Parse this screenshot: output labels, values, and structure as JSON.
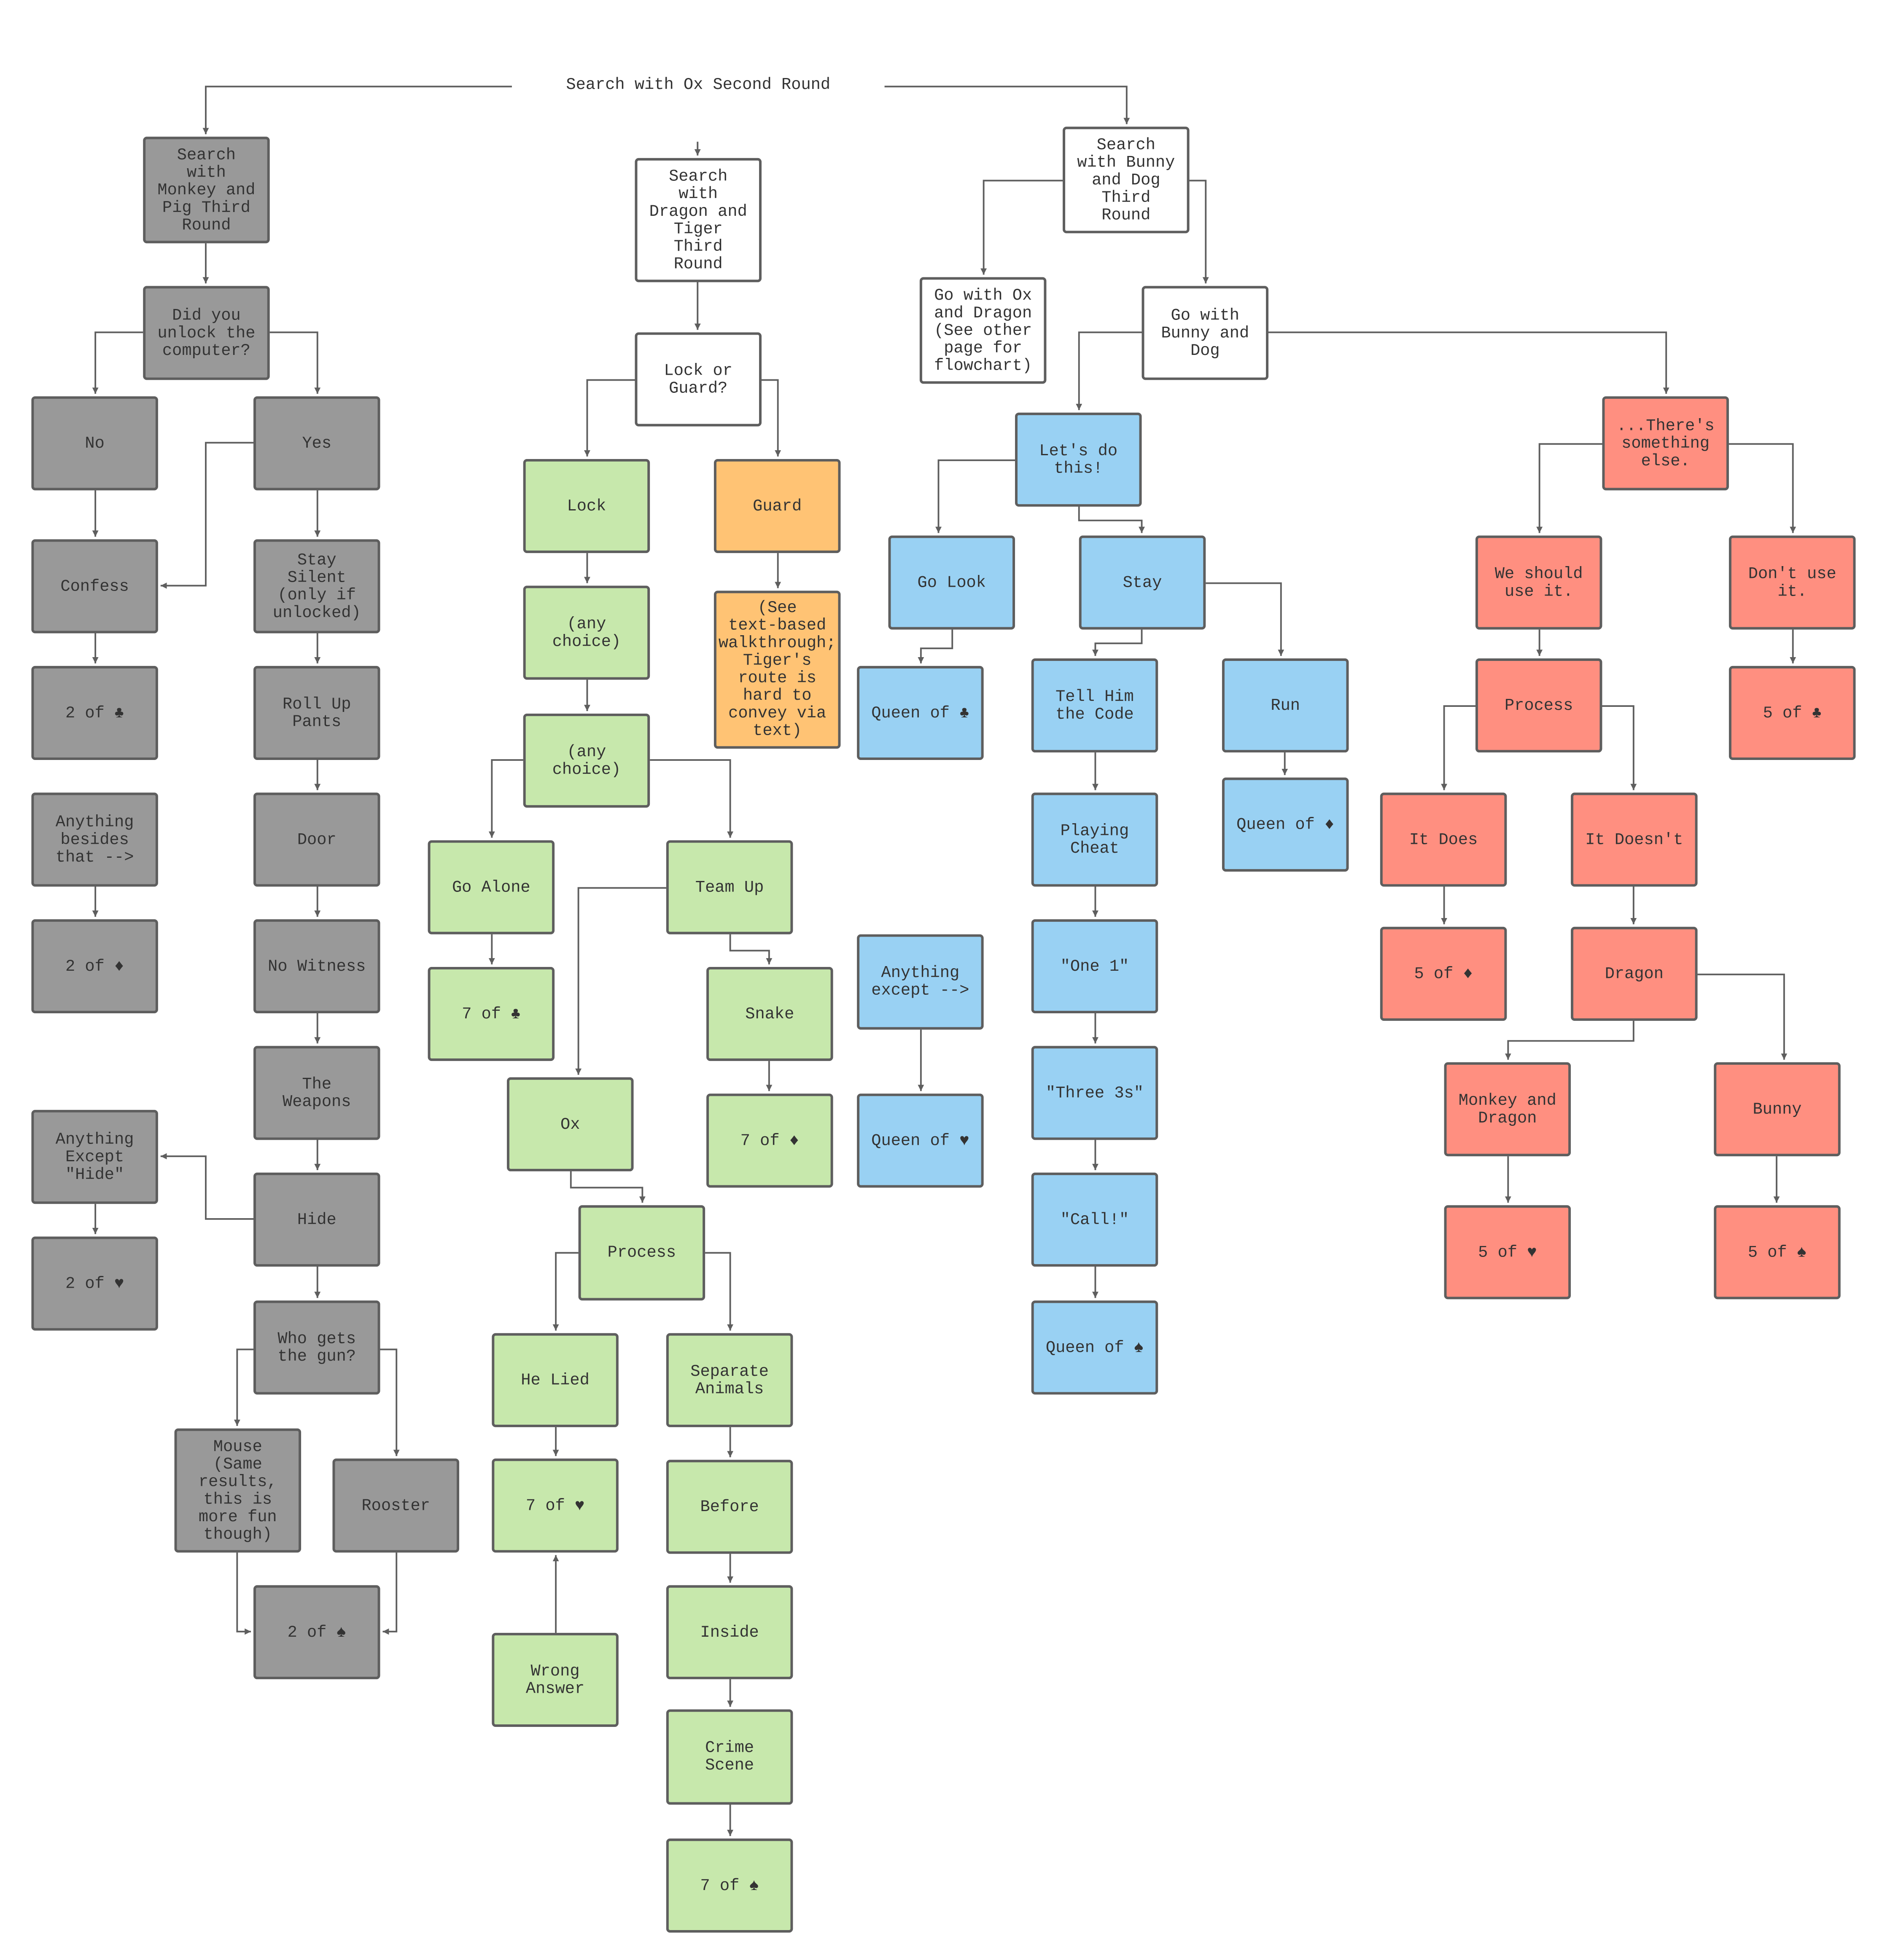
{
  "title": "Search with Ox Second Round",
  "colors": {
    "gray": "#999999",
    "green": "#c7e8ac",
    "blue": "#99d1f3",
    "orange": "#ffc374",
    "red": "#ff8f80",
    "white": "#ffffff",
    "border": "#5e5e5e"
  },
  "nodes": [
    {
      "label": "Search\nwith\nMonkey and\nPig Third\nRound",
      "color": "gray"
    },
    {
      "label": "Did you\nunlock the\ncomputer?",
      "color": "gray"
    },
    {
      "label": "No",
      "color": "gray"
    },
    {
      "label": "Yes",
      "color": "gray"
    },
    {
      "label": "Confess",
      "color": "gray"
    },
    {
      "label": "Stay\nSilent\n(only if\nunlocked)",
      "color": "gray"
    },
    {
      "label": "2 of ♣",
      "color": "gray"
    },
    {
      "label": "Roll Up\nPants",
      "color": "gray"
    },
    {
      "label": "Anything\nbesides\nthat -->",
      "color": "gray"
    },
    {
      "label": "Door",
      "color": "gray"
    },
    {
      "label": "2 of ♦",
      "color": "gray"
    },
    {
      "label": "No Witness",
      "color": "gray"
    },
    {
      "label": "The\nWeapons",
      "color": "gray"
    },
    {
      "label": "Anything\nExcept\n\"Hide\"",
      "color": "gray"
    },
    {
      "label": "Hide",
      "color": "gray"
    },
    {
      "label": "2 of ♥",
      "color": "gray"
    },
    {
      "label": "Who gets\nthe gun?",
      "color": "gray"
    },
    {
      "label": "Mouse\n(Same\nresults,\nthis is\nmore fun\nthough)",
      "color": "gray"
    },
    {
      "label": "Rooster",
      "color": "gray"
    },
    {
      "label": "2 of ♠",
      "color": "gray"
    },
    {
      "label": "Search\nwith\nDragon and\nTiger\nThird\nRound",
      "color": "white"
    },
    {
      "label": "Lock or\nGuard?",
      "color": "white"
    },
    {
      "label": "Lock",
      "color": "green"
    },
    {
      "label": "Guard",
      "color": "orange"
    },
    {
      "label": "(any\nchoice)",
      "color": "green"
    },
    {
      "label": "(See\ntext-based\nwalkthrough;\nTiger's\nroute is\nhard to\nconvey via\ntext)",
      "color": "orange"
    },
    {
      "label": "(any\nchoice)",
      "color": "green"
    },
    {
      "label": "Go Alone",
      "color": "green"
    },
    {
      "label": "Team Up",
      "color": "green"
    },
    {
      "label": "7 of ♣",
      "color": "green"
    },
    {
      "label": "Snake",
      "color": "green"
    },
    {
      "label": "Ox",
      "color": "green"
    },
    {
      "label": "7 of ♦",
      "color": "green"
    },
    {
      "label": "Process",
      "color": "green"
    },
    {
      "label": "He Lied",
      "color": "green"
    },
    {
      "label": "Separate\nAnimals",
      "color": "green"
    },
    {
      "label": "7 of ♥",
      "color": "green"
    },
    {
      "label": "Before",
      "color": "green"
    },
    {
      "label": "Inside",
      "color": "green"
    },
    {
      "label": "Wrong\nAnswer",
      "color": "green"
    },
    {
      "label": "Crime\nScene",
      "color": "green"
    },
    {
      "label": "7 of ♠",
      "color": "green"
    },
    {
      "label": "Anything\nexcept -->",
      "color": "blue"
    },
    {
      "label": "Queen of ♥",
      "color": "blue"
    },
    {
      "label": "Search\nwith Bunny\nand Dog\nThird\nRound",
      "color": "white"
    },
    {
      "label": "Go with Ox\nand Dragon\n(See other\npage for\nflowchart)",
      "color": "white"
    },
    {
      "label": "Go with\nBunny and\nDog",
      "color": "white"
    },
    {
      "label": "Let's do\nthis!",
      "color": "blue"
    },
    {
      "label": "Go Look",
      "color": "blue"
    },
    {
      "label": "Stay",
      "color": "blue"
    },
    {
      "label": "Queen of ♣",
      "color": "blue"
    },
    {
      "label": "Tell Him\nthe Code",
      "color": "blue"
    },
    {
      "label": "Run",
      "color": "blue"
    },
    {
      "label": "Queen of ♦",
      "color": "blue"
    },
    {
      "label": "Playing\nCheat",
      "color": "blue"
    },
    {
      "label": "\"One 1\"",
      "color": "blue"
    },
    {
      "label": "\"Three 3s\"",
      "color": "blue"
    },
    {
      "label": "\"Call!\"",
      "color": "blue"
    },
    {
      "label": "Queen of ♠",
      "color": "blue"
    },
    {
      "label": "...There's\nsomething\nelse.",
      "color": "red"
    },
    {
      "label": "We should\nuse it.",
      "color": "red"
    },
    {
      "label": "Don't use\nit.",
      "color": "red"
    },
    {
      "label": "Process",
      "color": "red"
    },
    {
      "label": "5 of ♣",
      "color": "red"
    },
    {
      "label": "It Does",
      "color": "red"
    },
    {
      "label": "It Doesn't",
      "color": "red"
    },
    {
      "label": "5 of ♦",
      "color": "red"
    },
    {
      "label": "Dragon",
      "color": "red"
    },
    {
      "label": "Monkey and\nDragon",
      "color": "red"
    },
    {
      "label": "Bunny",
      "color": "red"
    },
    {
      "label": "5 of ♥",
      "color": "red"
    },
    {
      "label": "5 of ♠",
      "color": "red"
    }
  ]
}
